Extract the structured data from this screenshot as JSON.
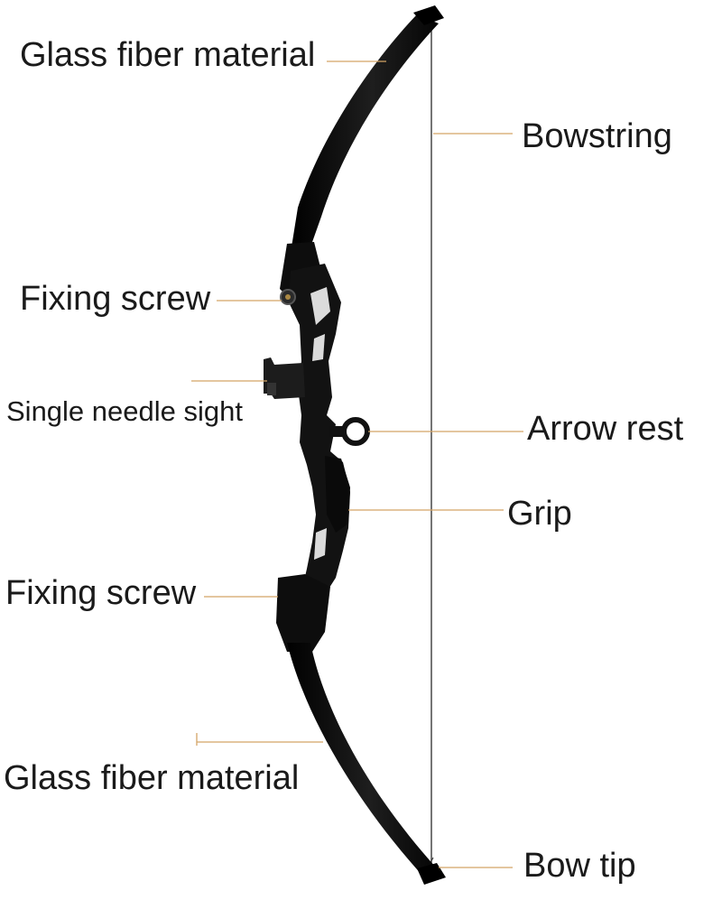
{
  "labels": {
    "glass_fiber_top": "Glass fiber material",
    "bowstring": "Bowstring",
    "fixing_screw_top": "Fixing screw",
    "single_needle_sight": "Single needle sight",
    "arrow_rest": "Arrow rest",
    "grip": "Grip",
    "fixing_screw_bottom": "Fixing screw",
    "glass_fiber_bottom": "Glass fiber material",
    "bow_tip": "Bow tip"
  },
  "colors": {
    "leader_line": "#d4a566",
    "bow_body": "#111111",
    "bowstring": "#3a3a3a",
    "label_text": "#1a1a1a",
    "background": "#ffffff"
  }
}
